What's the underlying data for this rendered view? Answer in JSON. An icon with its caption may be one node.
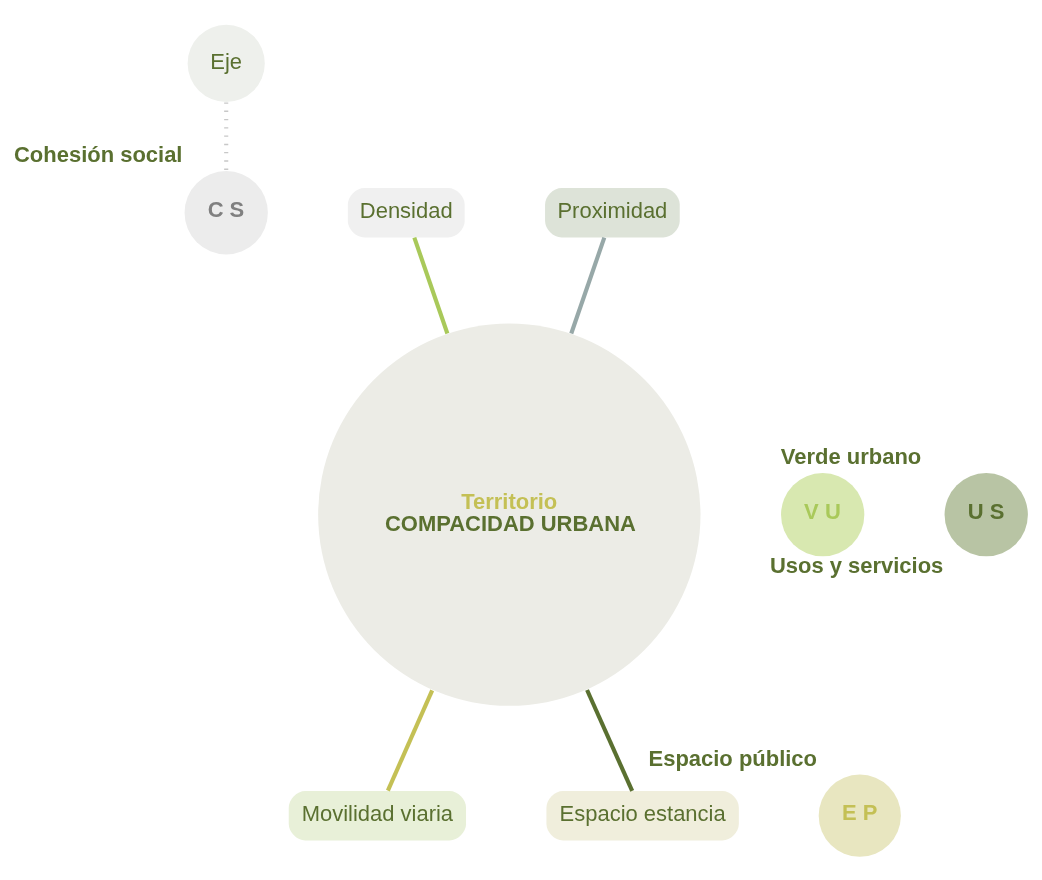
{
  "diagram": {
    "nodes": [
      {
        "text": [
          "Eje"
        ]
      },
      {
        "text": [
          "Densidad"
        ]
      },
      {
        "text": [
          "Proximidad"
        ]
      },
      {
        "text": [
          "Territorio",
          "COMPACIDAD URBANA"
        ]
      },
      {
        "text": [
          "C S"
        ],
        "beside": [
          "Cohesión social"
        ]
      },
      {
        "text": [
          "V U"
        ],
        "beside": [
          "Verde urbano"
        ]
      },
      {
        "text": [
          "U S"
        ],
        "beside": [
          "Usos y servicios"
        ]
      },
      {
        "text": [
          "E P"
        ],
        "beside": [
          "Espacio público"
        ]
      },
      {
        "text": [
          "Movilidad viaria"
        ]
      },
      {
        "text": [
          "Espacio estancia"
        ]
      }
    ],
    "edges": [
      {
        "from": 0,
        "to": 4,
        "arrow": "none",
        "style": "dashed",
        "color": "#c8c8c8"
      },
      {
        "from": 1,
        "to": 3,
        "arrow": "none",
        "color": "#a9c95a"
      },
      {
        "from": 2,
        "to": 3,
        "arrow": "none",
        "color": "#97a8a8"
      },
      {
        "from": 8,
        "to": 3,
        "arrow": "none",
        "color": "#c4c055"
      },
      {
        "from": 9,
        "to": 3,
        "arrow": "none",
        "color": "#5a7030"
      }
    ]
  }
}
